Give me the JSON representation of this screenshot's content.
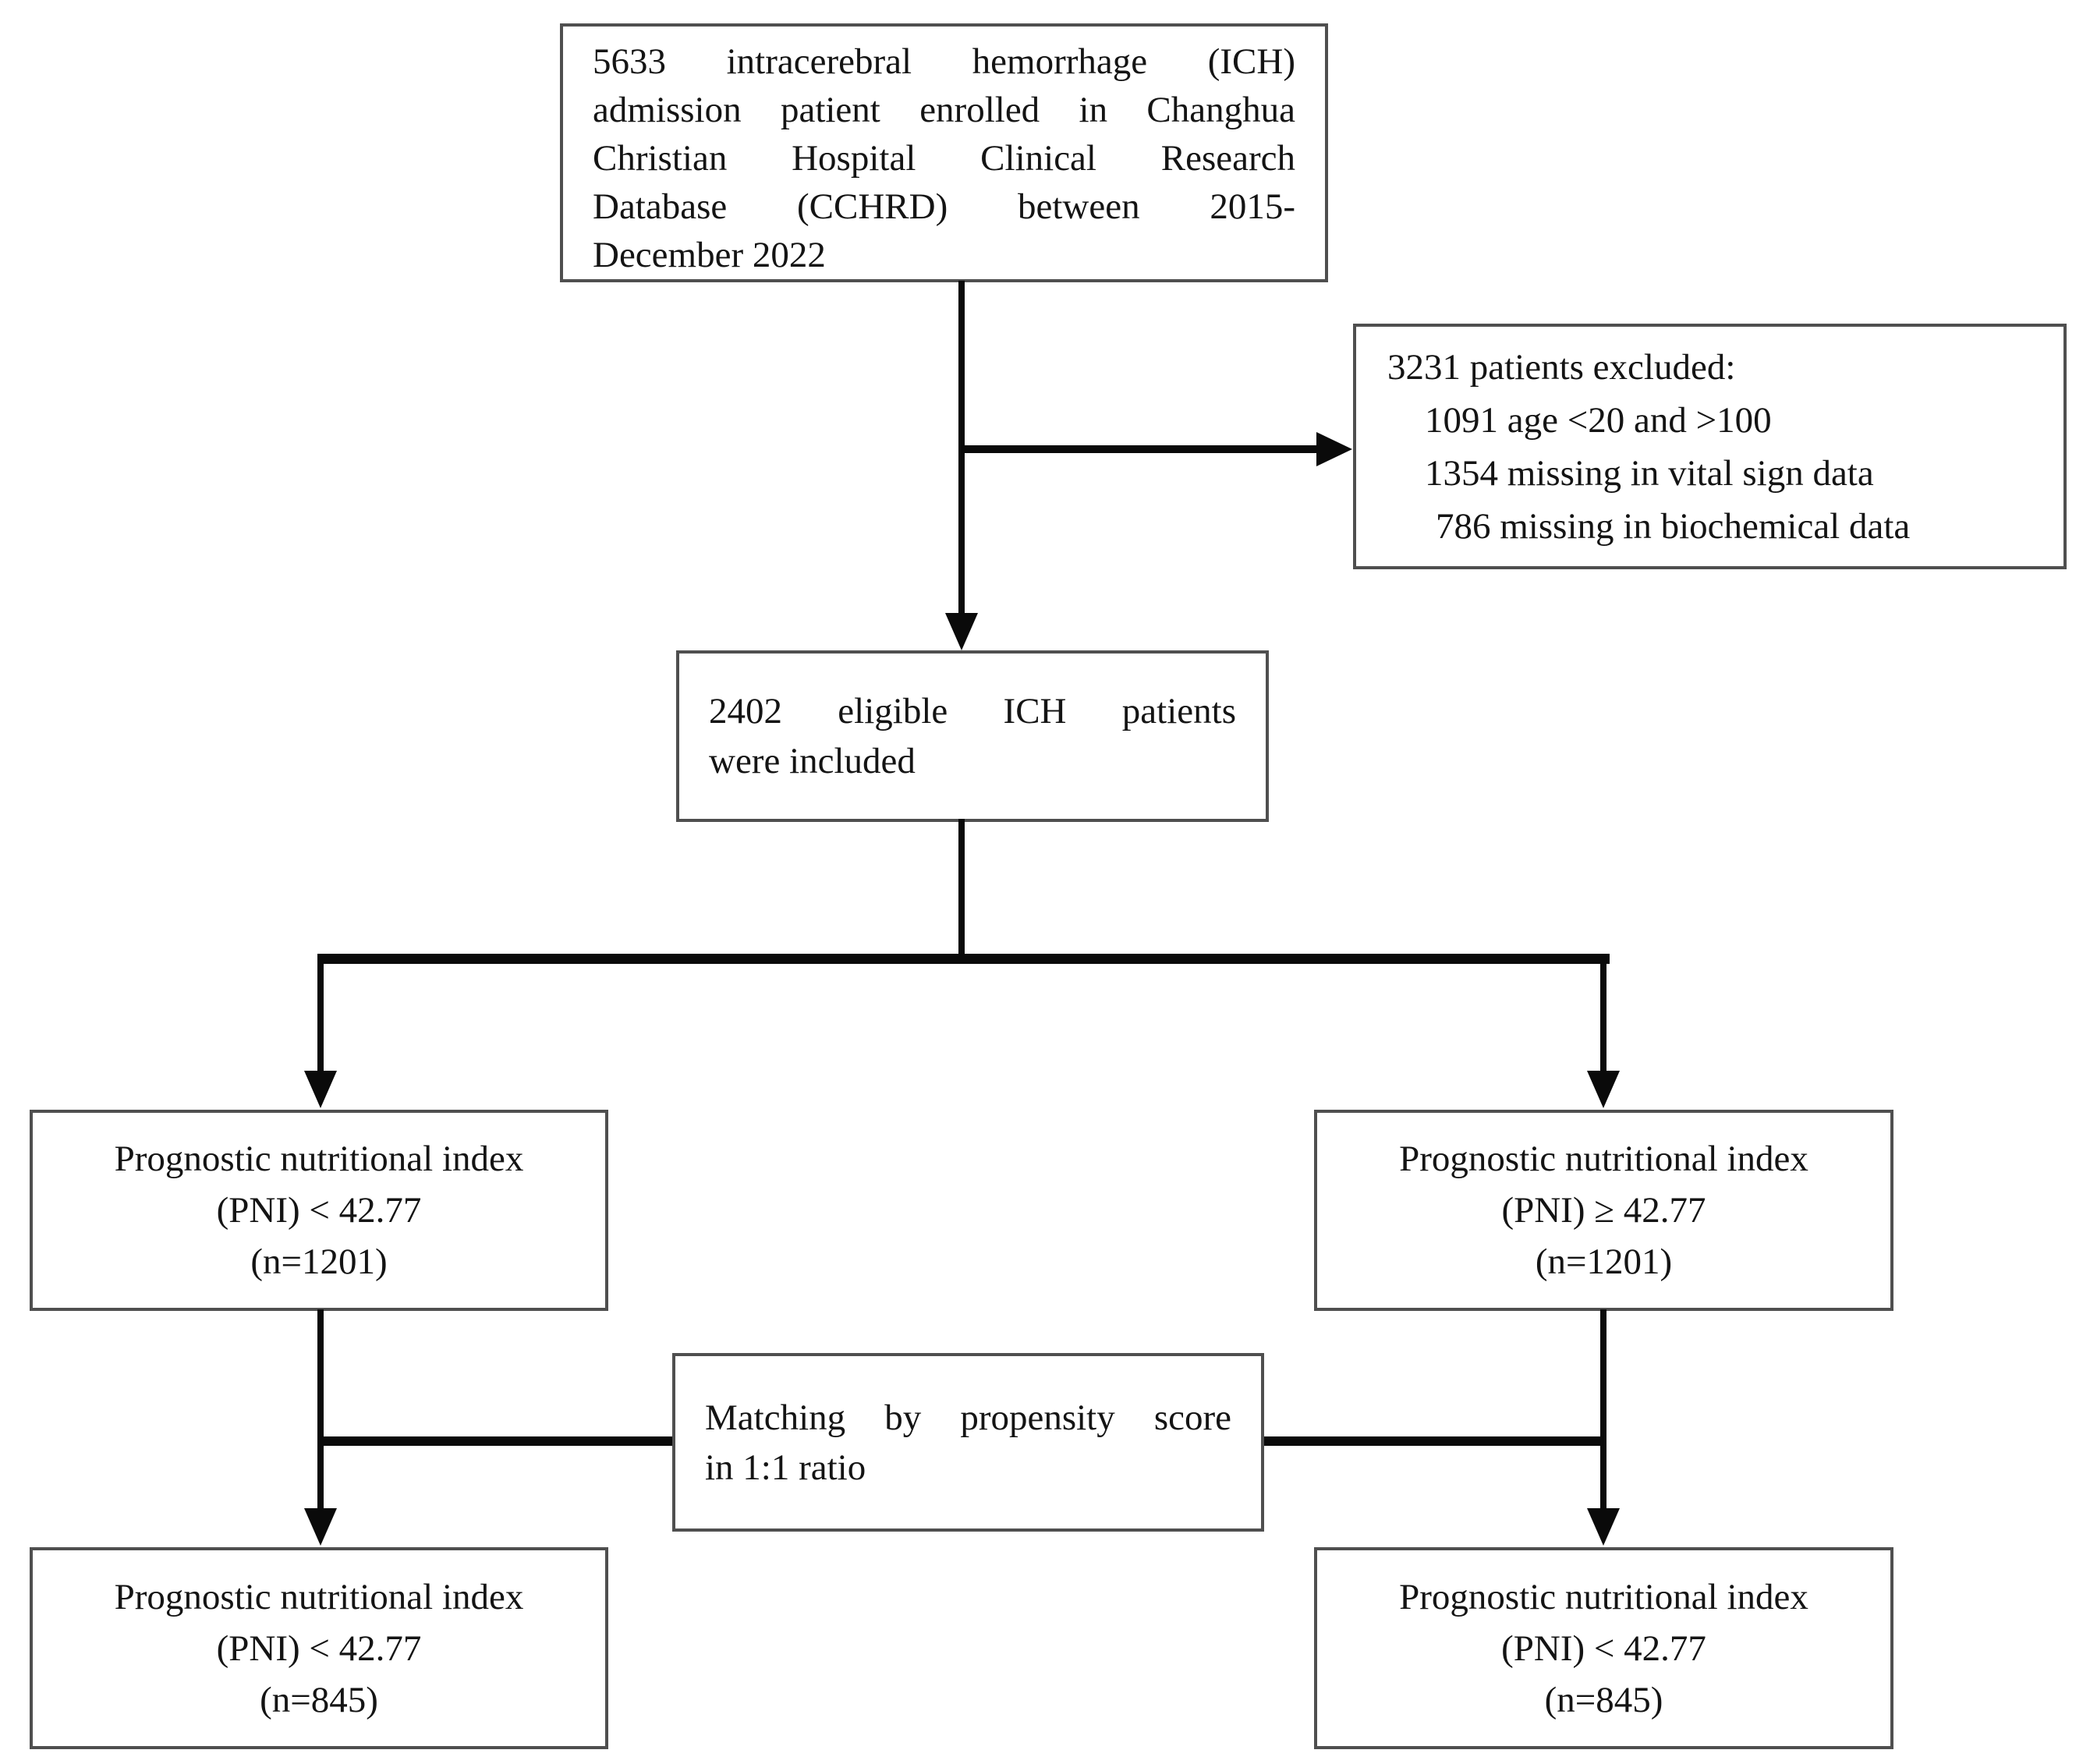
{
  "figure": {
    "type": "flowchart",
    "background_color": "#ffffff",
    "box_border_color": "#4f4f4f",
    "connector_color": "#0a0a0a",
    "text_color": "#141414"
  },
  "boxes": {
    "source": {
      "lines": [
        "5633 intracerebral hemorrhage (ICH)",
        "admission patient enrolled in Changhua",
        "Christian Hospital Clinical Research",
        "Database (CCHRD) between 2015-",
        "December 2022"
      ]
    },
    "excluded": {
      "lines": [
        "3231 patients excluded:",
        "1091 age <20 and >100",
        "1354 missing in vital sign data",
        "786 missing in biochemical data"
      ]
    },
    "eligible": {
      "lines": [
        "2402 eligible ICH patients",
        "were included"
      ]
    },
    "pni_low": {
      "lines": [
        "Prognostic nutritional index",
        "(PNI) < 42.77",
        "(n=1201)"
      ]
    },
    "pni_high": {
      "lines": [
        "Prognostic nutritional index",
        "(PNI) ≥ 42.77",
        "(n=1201)"
      ]
    },
    "matching": {
      "lines": [
        "Matching by propensity score",
        "in 1:1 ratio"
      ]
    },
    "matched_low": {
      "lines": [
        "Prognostic nutritional index",
        "(PNI) < 42.77",
        "(n=845)"
      ]
    },
    "matched_high": {
      "lines": [
        "Prognostic nutritional index",
        "(PNI) < 42.77",
        "(n=845)"
      ]
    }
  }
}
